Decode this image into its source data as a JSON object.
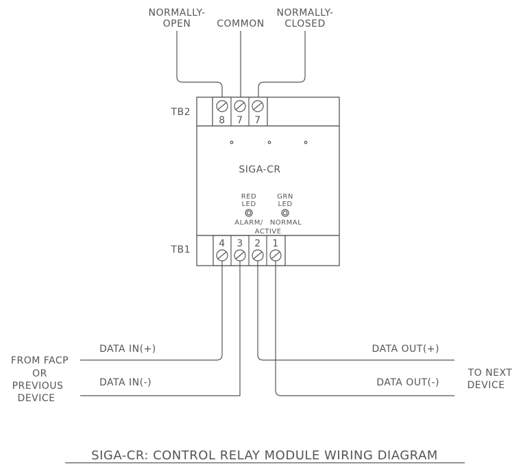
{
  "top_labels": {
    "normally_open": [
      "NORMALLY-",
      "OPEN"
    ],
    "common": "COMMON",
    "normally_closed": [
      "NORMALLY-",
      "CLOSED"
    ]
  },
  "tb2": {
    "label": "TB2",
    "terminals": [
      "8",
      "7",
      "7"
    ]
  },
  "tb1": {
    "label": "TB1",
    "terminals": [
      "4",
      "3",
      "2",
      "1"
    ]
  },
  "module": {
    "name": "SIGA-CR",
    "red_led": [
      "RED",
      "LED"
    ],
    "green_led": [
      "GRN",
      "LED"
    ],
    "alarm_label": [
      "ALARM/",
      "ACTIVE"
    ],
    "normal_label": "NORMAL"
  },
  "wiring": {
    "data_in_plus": "DATA IN(+)",
    "data_in_minus": "DATA IN(-)",
    "data_out_plus": "DATA OUT(+)",
    "data_out_minus": "DATA OUT(-)",
    "from_facp": [
      "FROM FACP",
      "OR",
      "PREVIOUS",
      "DEVICE"
    ],
    "to_next": [
      "TO NEXT",
      "DEVICE"
    ]
  },
  "title": "SIGA-CR: CONTROL RELAY MODULE WIRING DIAGRAM"
}
